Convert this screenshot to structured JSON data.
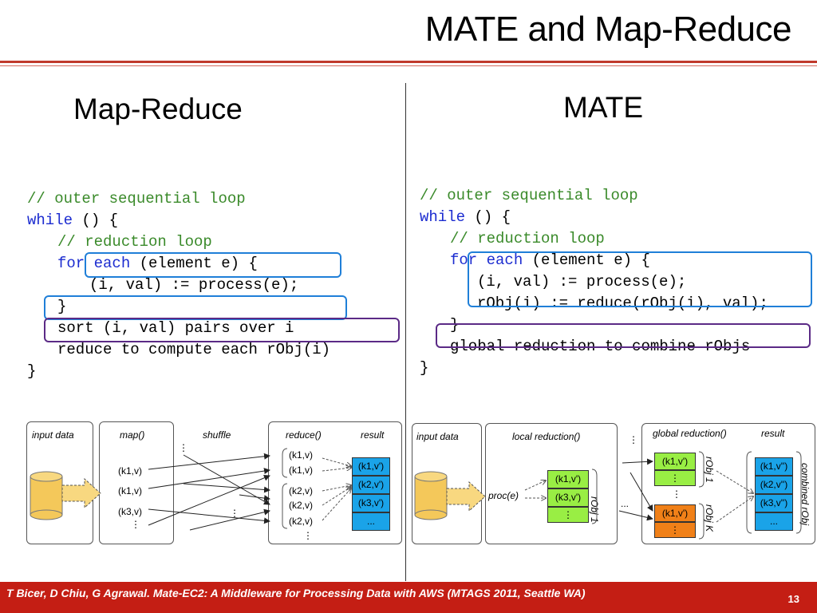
{
  "slide": {
    "title": "MATE and Map-Reduce",
    "page_number": "13",
    "citation": "T Bicer, D Chiu, G Agrawal. Mate-EC2: A Middleware for Processing Data with AWS (MTAGS 2011, Seattle WA)"
  },
  "left": {
    "heading": "Map-Reduce",
    "code": {
      "l1": "// outer sequential loop",
      "l2_kw": "while",
      "l2_rest": " () {",
      "l3": "// reduction loop",
      "l4_kw": "for each",
      "l4_rest": " (element e) {",
      "l5": "(i, val) := process(e);",
      "l6": "}",
      "l7": "sort (i, val) pairs over i",
      "l8": "reduce to compute each rObj(i)",
      "l9": "}"
    },
    "diagram": {
      "input_label": "input data",
      "map_label": "map()",
      "shuffle_label": "shuffle",
      "reduce_label": "reduce()",
      "result_label": "result",
      "map_items": [
        "(k1,v)",
        "(k1,v)",
        "(k3,v)"
      ],
      "ellipsis": "⋮",
      "dots": "...",
      "reduce_items": [
        "(k1,v)",
        "(k1,v)",
        "(k2,v)",
        "(k2,v)",
        "(k2,v)"
      ],
      "result_items": [
        "(k1,v')",
        "(k2,v')",
        "(k3,v')",
        "..."
      ]
    }
  },
  "right": {
    "heading": "MATE",
    "code": {
      "l1": "// outer sequential loop",
      "l2_kw": "while",
      "l2_rest": " () {",
      "l3": "// reduction loop",
      "l4_kw": "for each",
      "l4_rest": " (element e) {",
      "l5": "(i, val) := process(e);",
      "l6": "rObj(i) := reduce(rObj(i), val);",
      "l7": "}",
      "l8": "global reduction to combine rObjs",
      "l9": "}"
    },
    "diagram": {
      "input_label": "input data",
      "local_label": "local reduction()",
      "global_label": "global reduction()",
      "result_label": "result",
      "proc_label": "proc(e)",
      "local_items": [
        "(k1,v')",
        "(k3,v')",
        "⋮"
      ],
      "robj1_side": "rObj 1",
      "global_top_items": [
        "(k1,v')",
        "⋮"
      ],
      "global_bottom_items": [
        "(k1,v')",
        "⋮"
      ],
      "robjk_side": "rObj K",
      "result_items": [
        "(k1,v'')",
        "(k2,v'')",
        "(k3,v'')",
        "..."
      ],
      "combined_label": "combined rObj"
    }
  },
  "colors": {
    "accent_red": "#c41e14",
    "comment_green": "#3a8a2a",
    "keyword_blue": "#1c2cd0",
    "box_blue": "#1f7fd8",
    "box_purple": "#5b2a86",
    "cell_blue": "#1aa3e8",
    "cell_green": "#99ee44",
    "cell_orange": "#f08018",
    "db_yellow": "#f4c85a"
  }
}
